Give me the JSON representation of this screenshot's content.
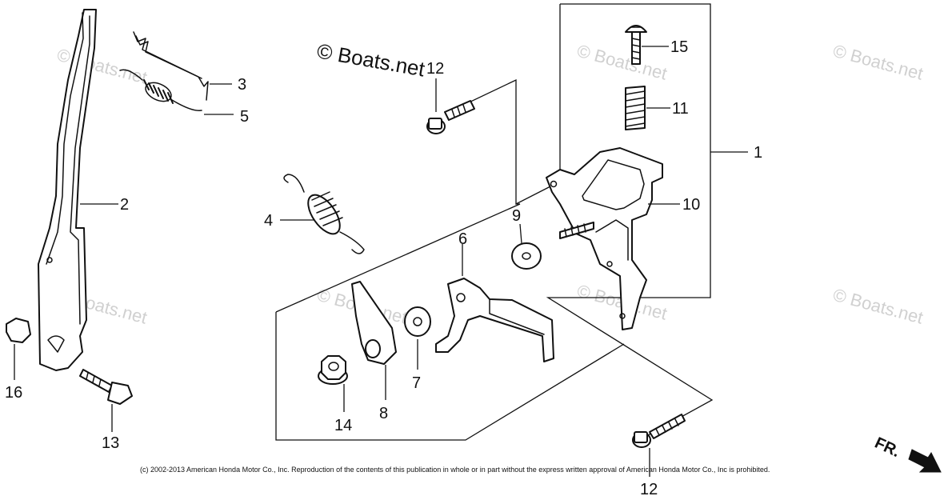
{
  "watermark_main": "© Boats.net",
  "watermark_faint": "© Boats.net",
  "copyright": "(c) 2002-2013 American Honda Motor Co., Inc. Reproduction of the contents of this publication in whole or in part without the express written approval of American Honda Motor Co., Inc is prohibited.",
  "direction_label": "FR.",
  "callouts": {
    "c1": "1",
    "c2": "2",
    "c3": "3",
    "c4": "4",
    "c5": "5",
    "c6": "6",
    "c7": "7",
    "c8": "8",
    "c9": "9",
    "c10": "10",
    "c11": "11",
    "c12_top": "12",
    "c12_bottom": "12",
    "c13": "13",
    "c14": "14",
    "c15": "15",
    "c16": "16"
  }
}
